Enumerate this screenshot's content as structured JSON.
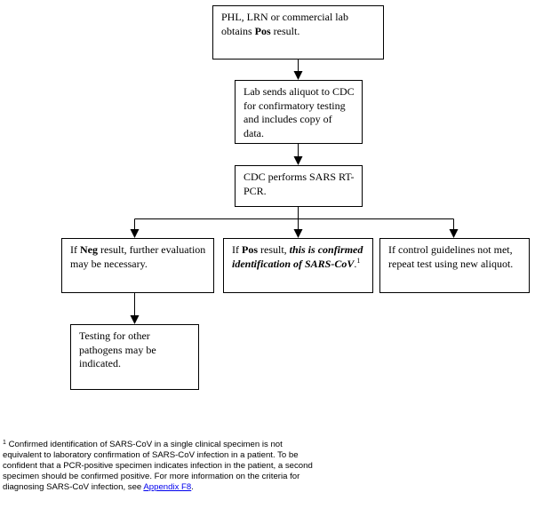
{
  "boxes": {
    "lab_obtains": {
      "text_1": "PHL, LRN or commercial lab obtains ",
      "bold": "Pos",
      "text_2": " result."
    },
    "lab_sends": {
      "text": "Lab sends aliquot to CDC for confirmatory testing and includes copy of data."
    },
    "cdc_performs": {
      "text": "CDC performs SARS RT-PCR."
    },
    "neg_result": {
      "text_1": "If ",
      "bold": "Neg",
      "text_2": " result, further evaluation may be necessary."
    },
    "pos_result": {
      "text_1": "If ",
      "bold": "Pos",
      "text_2": " result, ",
      "bold_italic": "this is confirmed identification of SARS-CoV",
      "text_3": ".",
      "sup": "1"
    },
    "control_guidelines": {
      "text": "If control guidelines not met, repeat test using new aliquot."
    },
    "other_pathogens": {
      "text": "Testing for other pathogens may be indicated."
    }
  },
  "footnote": {
    "marker": "1",
    "text": " Confirmed identification of SARS-CoV in a single clinical specimen is not equivalent to laboratory confirmation of SARS-CoV infection in a patient.  To be confident that a PCR-positive specimen indicates infection in the patient, a second specimen should be confirmed positive. For more information on the criteria for diagnosing SARS-CoV infection, see ",
    "link_text": "Appendix F8",
    "end": "."
  },
  "colors": {
    "line": "#000000",
    "link": "#0000ee"
  }
}
